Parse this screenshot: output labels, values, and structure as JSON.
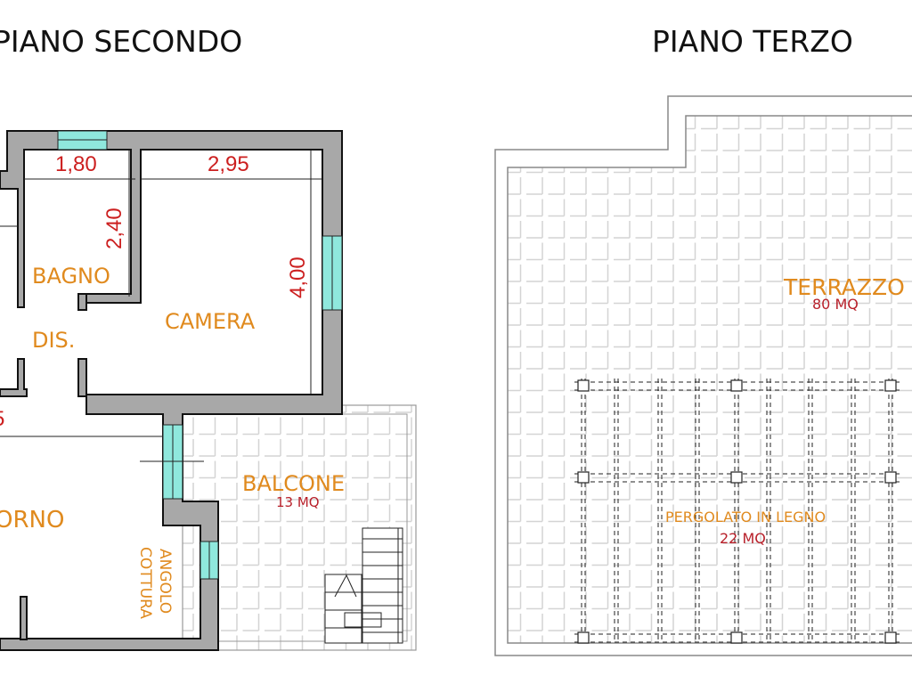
{
  "titles": {
    "second_floor": "PIANO SECONDO",
    "third_floor": "PIANO TERZO"
  },
  "second_floor": {
    "rooms": {
      "bathroom": "BAGNO",
      "bedroom": "CAMERA",
      "hallway": "DIS.",
      "living": "ORNO",
      "balcony": "BALCONE",
      "balcony_area": "13 MQ",
      "kitchen_line1": "ANGOLO",
      "kitchen_line2": "COTTURA"
    },
    "dimensions": {
      "bathroom_width": "1,80",
      "bathroom_depth": "2,40",
      "bedroom_width": "2,95",
      "bedroom_depth": "4,00",
      "partial": "5"
    }
  },
  "third_floor": {
    "terrace": "TERRAZZO",
    "terrace_area": "80 MQ",
    "pergola": "PERGOLATO IN LEGNO",
    "pergola_area": "22 MQ"
  },
  "colors": {
    "wall": "#a8a8a8",
    "window": "#8fe8dd",
    "room_label": "#e08a1e",
    "area_label": "#b8202a",
    "dimension": "#cc1f1f"
  }
}
